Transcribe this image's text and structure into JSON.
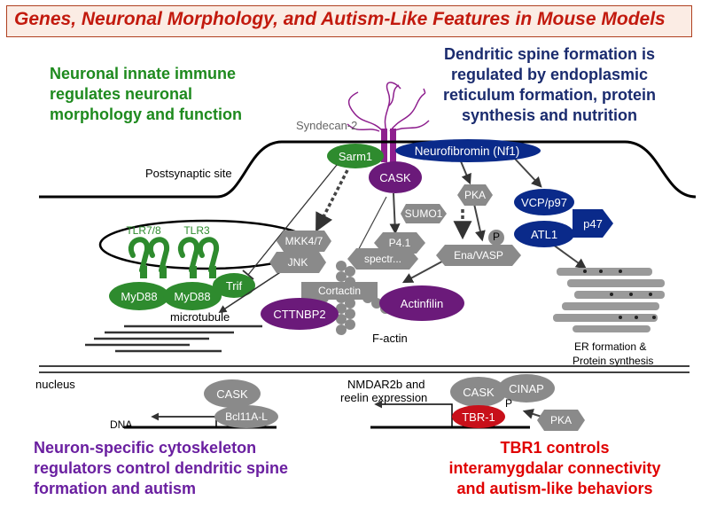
{
  "title": "Genes, Neuronal Morphology, and Autism-Like Features in Mouse Models",
  "headings": {
    "innate": [
      "Neuronal innate immune",
      "regulates neuronal",
      "morphology and function"
    ],
    "spine": [
      "Dendritic spine formation is",
      "regulated by endoplasmic",
      "reticulum formation, protein",
      "synthesis and nutrition"
    ],
    "cytoskeleton": [
      "Neuron-specific cytoskeleton",
      "regulators control dendritic spine",
      "formation and autism"
    ],
    "tbr1": [
      "TBR1 controls",
      "interamygdalar connectivity",
      "and autism-like behaviors"
    ]
  },
  "labels": {
    "syndecan": "Syndecan-2",
    "postsynaptic": "Postsynaptic site",
    "microtubule": "microtubule",
    "factin": "F-actin",
    "nucleus": "nucleus",
    "dna": "DNA",
    "nmdar_line1": "NMDAR2b and",
    "nmdar_line2": "reelin expression",
    "er_line1": "ER formation &",
    "er_line2": "Protein synthesis",
    "p_mark": "P"
  },
  "nodes": {
    "sarm1": "Sarm1",
    "nf1": "Neurofibromin (Nf1)",
    "cask_top": "CASK",
    "pka_top": "PKA",
    "sumo1": "SUMO1",
    "vcp": "VCP/p97",
    "atl1": "ATL1",
    "p47": "p47",
    "mkk": "MKK4/7",
    "jnk": "JNK",
    "p41": "P4.1",
    "spectrin": "spectr...",
    "ena": "Ena/VASP",
    "tlr78": "TLR7/8",
    "tlr3": "TLR3",
    "myd88_a": "MyD88",
    "myd88_b": "MyD88",
    "trif": "Trif",
    "cortactin": "Cortactin",
    "cttnbp2": "CTTNBP2",
    "actinfilin": "Actinfilin",
    "cask_nuc": "CASK",
    "bcl11a": "Bcl11A-L",
    "cask_tbr": "CASK",
    "cinap": "CINAP",
    "tbr1": "TBR-1",
    "pka_nuc": "PKA"
  },
  "colors": {
    "green": "#2e8b2e",
    "purple": "#6b1a7a",
    "navy": "#0a2a8a",
    "gray": "#8a8a8a",
    "red": "#c8101a",
    "title_red": "#c21a0e"
  }
}
